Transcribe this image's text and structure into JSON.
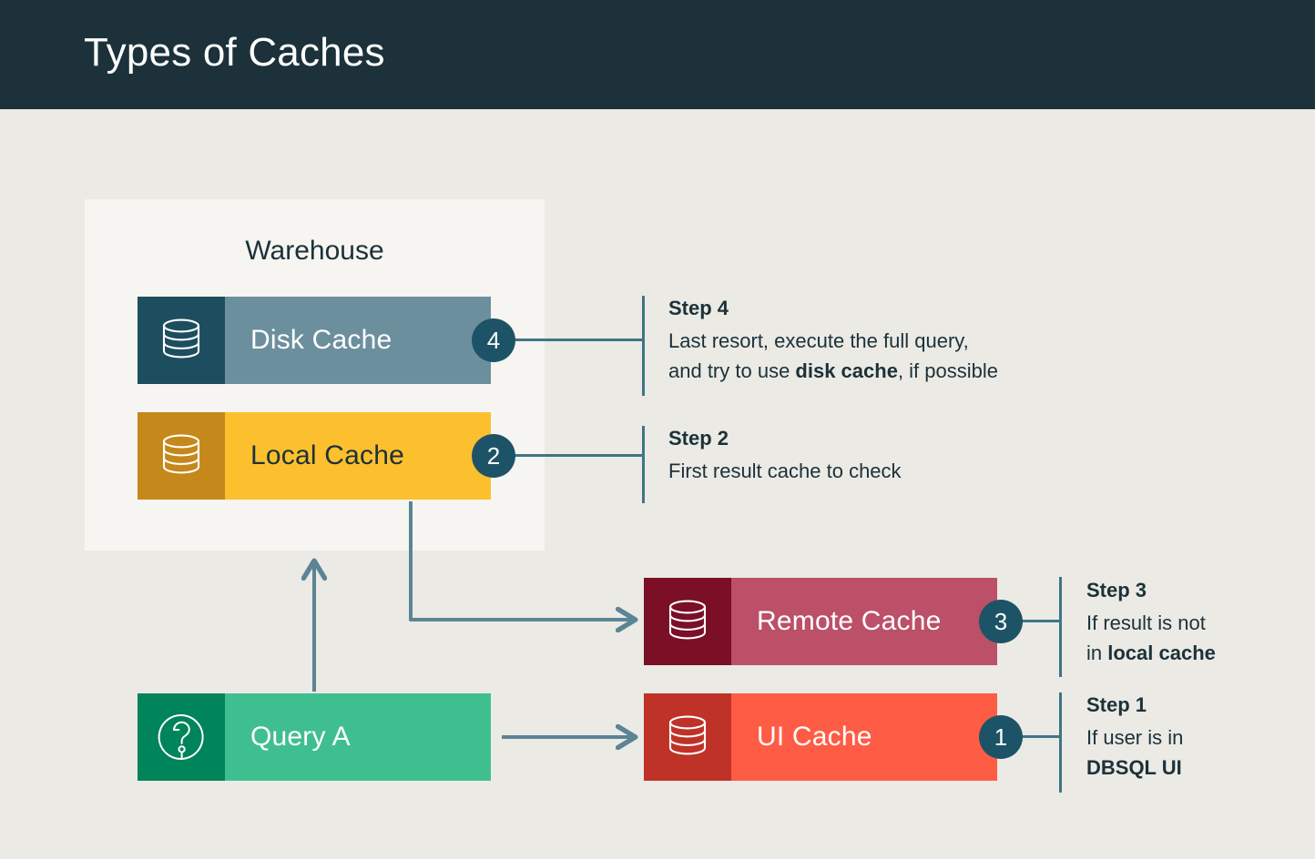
{
  "header": {
    "title": "Types of Caches"
  },
  "warehouse": {
    "label": "Warehouse"
  },
  "bars": {
    "disk": {
      "label": "Disk Cache",
      "icon": "database-icon",
      "badge": "4"
    },
    "local": {
      "label": "Local Cache",
      "icon": "database-icon",
      "badge": "2"
    },
    "remote": {
      "label": "Remote Cache",
      "icon": "database-icon",
      "badge": "3"
    },
    "ui": {
      "label": "UI Cache",
      "icon": "database-icon",
      "badge": "1"
    },
    "query": {
      "label": "Query A",
      "icon": "question-circle-icon"
    }
  },
  "steps": {
    "step1": {
      "title": "Step 1",
      "line1_plain": "If user is in",
      "line2_bold": "DBSQL UI"
    },
    "step2": {
      "title": "Step 2",
      "line1_plain": "First result cache to check"
    },
    "step3": {
      "title": "Step 3",
      "line1_plain": "If result is not",
      "line2_prefix": "in ",
      "line2_bold": "local cache"
    },
    "step4": {
      "title": "Step 4",
      "line1_plain": "Last resort, execute the full query,",
      "line2_prefix": "and try to use ",
      "line2_bold": "disk cache",
      "line2_suffix": ", if possible"
    }
  },
  "colors": {
    "page_background": "#ebeae5",
    "header_background": "#1c3139",
    "warehouse_background": "#f6f5f1",
    "badge": "#1d5366",
    "connector": "#3f7585",
    "disk_icon": "#1d4e5f",
    "disk_body": "#6c8f9e",
    "local_icon": "#c4881b",
    "local_body": "#fcc02e",
    "remote_icon": "#7a0f26",
    "remote_body": "#bb5068",
    "ui_icon": "#bf3227",
    "ui_body": "#ff5c45",
    "query_icon": "#00845a",
    "query_body": "#3fbf8f",
    "text_dark": "#1c3139"
  }
}
